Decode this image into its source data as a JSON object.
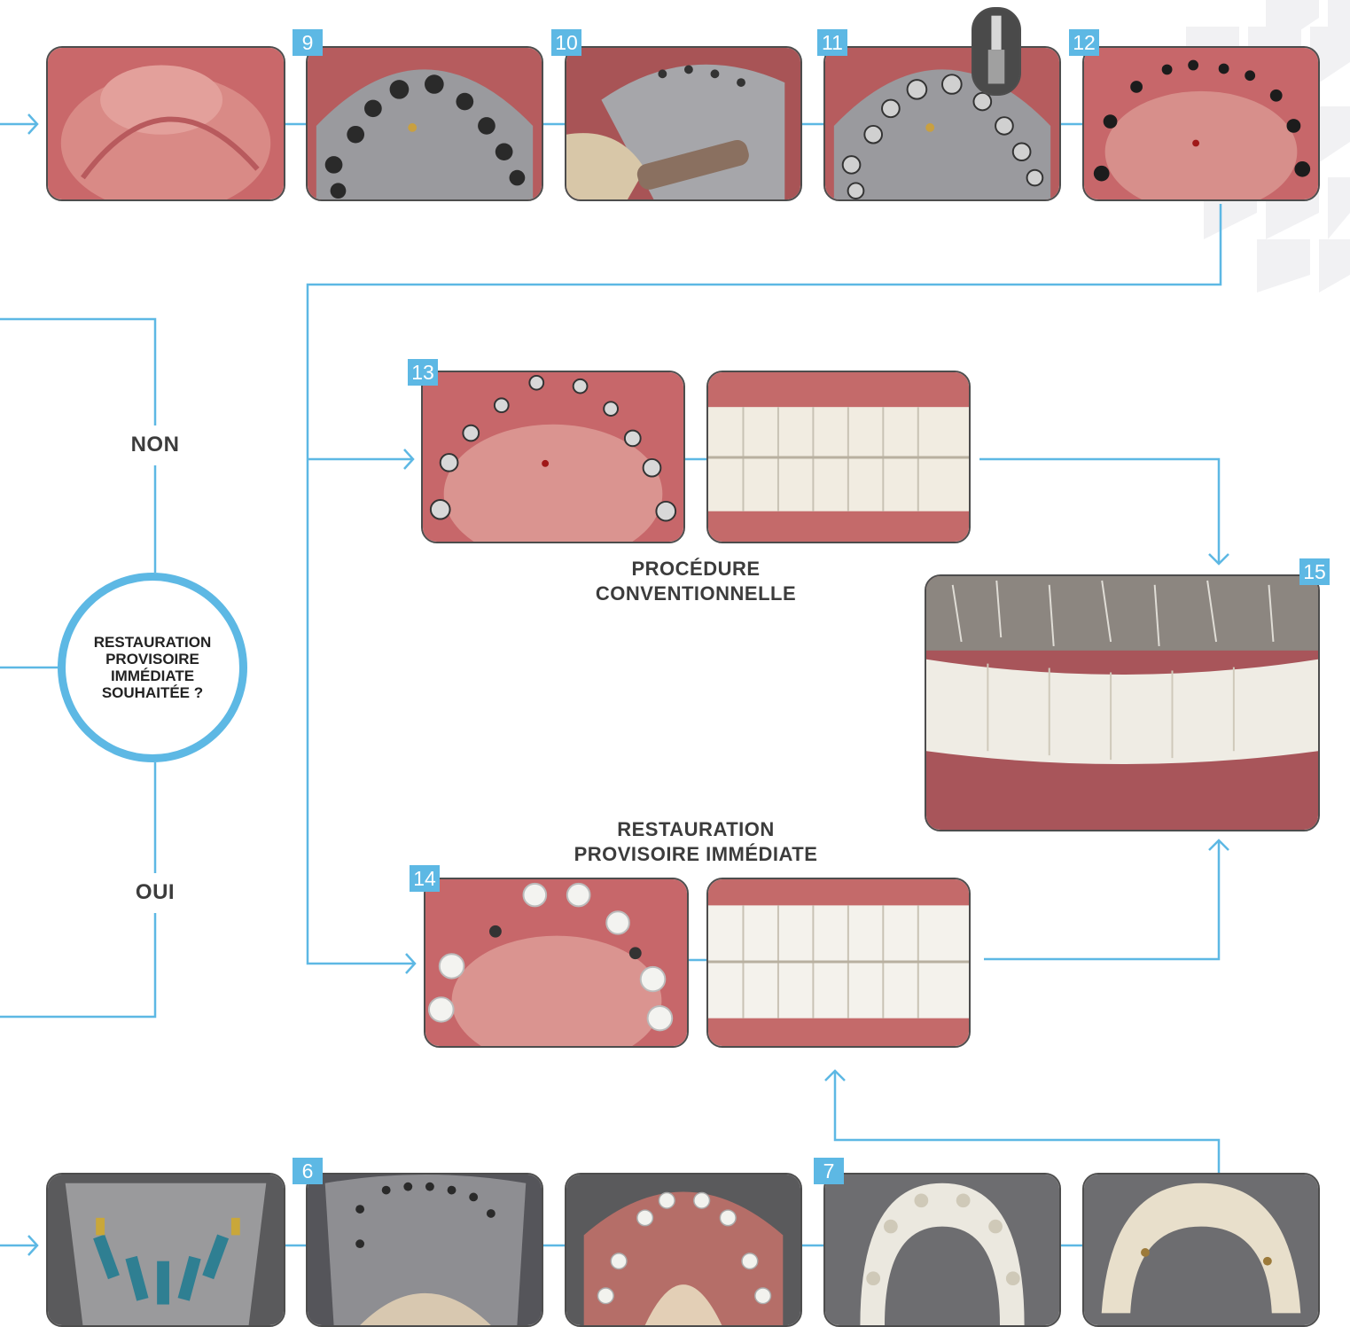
{
  "colors": {
    "accent": "#5db8e4",
    "text": "#3c3c3c",
    "photo_border": "#4d4d4d"
  },
  "steps": {
    "n9": "9",
    "n10": "10",
    "n11": "11",
    "n12": "12",
    "n13": "13",
    "n14": "14",
    "n15": "15",
    "n6": "6",
    "n7": "7"
  },
  "labels": {
    "non": "NON",
    "oui": "OUI",
    "conventional": [
      "PROCÉDURE",
      "CONVENTIONNELLE"
    ],
    "immediate": [
      "RESTAURATION",
      "PROVISOIRE IMMÉDIATE"
    ],
    "decision": [
      "RESTAURATION",
      "PROVISOIRE",
      "IMMÉDIATE",
      "SOUHAITÉE ?"
    ]
  }
}
